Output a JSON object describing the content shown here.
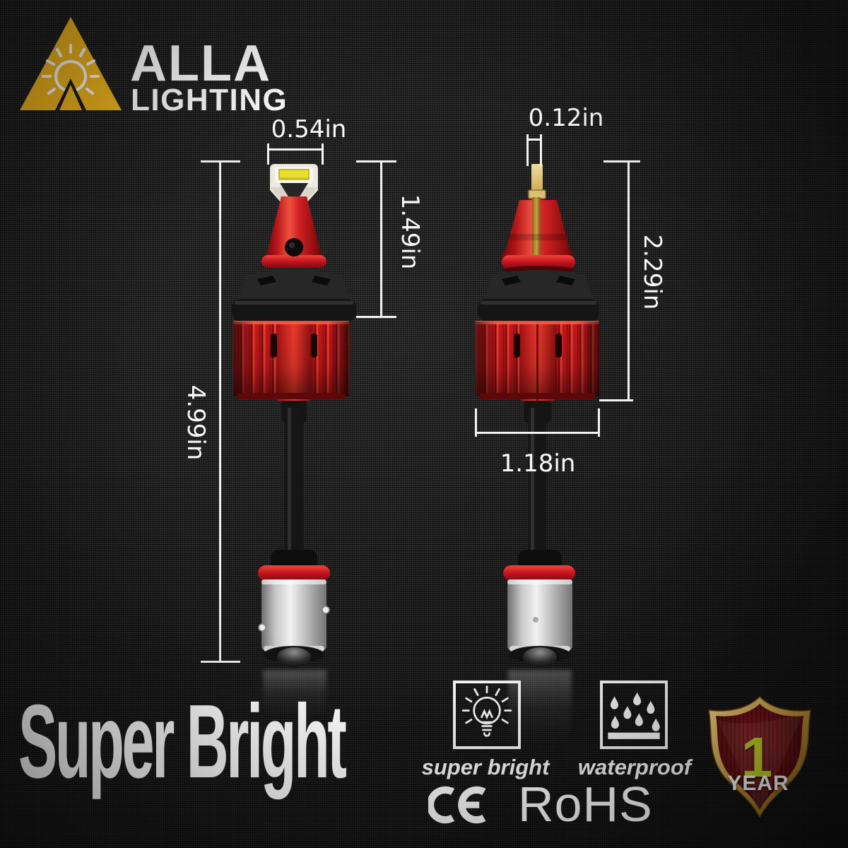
{
  "brand": {
    "name": "ALLA",
    "tagline": "LIGHTING"
  },
  "headline": "Super Bright",
  "dimensions": {
    "left_tip_width": "0.54in",
    "left_upper_height": "1.49in",
    "left_total_height": "4.99in",
    "right_tip_width": "0.12in",
    "right_upper_height": "2.29in",
    "right_body_width": "1.18in"
  },
  "features": [
    {
      "icon": "light-bulb",
      "label": "super bright"
    },
    {
      "icon": "water-drops",
      "label": "waterproof"
    }
  ],
  "certifications": {
    "ce": "CE",
    "rohs": "RoHS"
  },
  "warranty": {
    "value": "1",
    "unit": "YEAR"
  },
  "colors": {
    "brand_yellow": "#f3b71d",
    "product_red": "#d41d22",
    "badge_gold": "#d2a34c",
    "badge_number_green": "#c6d42a",
    "text_white": "#ffffff",
    "background": "#1d1d1d"
  }
}
